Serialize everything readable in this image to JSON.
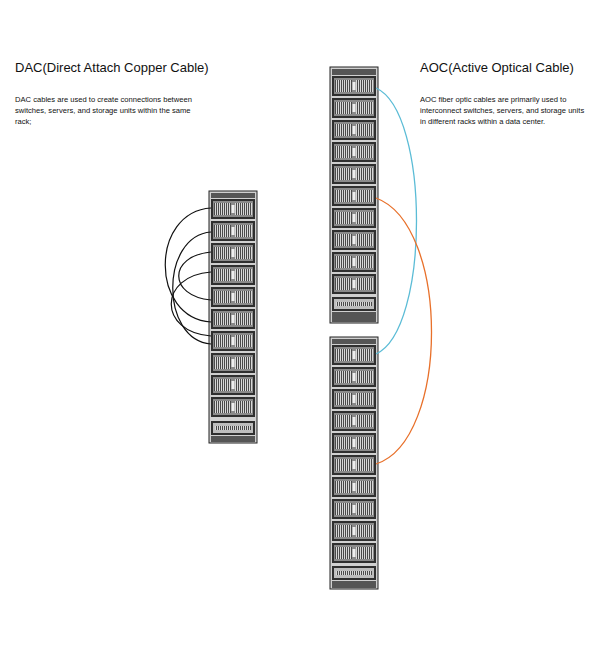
{
  "diagram": {
    "labels": [
      "DAC(Direct Attach Copper Cable)",
      "DAC cables are used to create connections between switches, servers, and storage units within the same rack;",
      "AOC(Active Optical Cable)",
      "AOC fiber optic cables are primarily used to interconnect switches, servers, and storage units in different racks within a data center."
    ]
  }
}
